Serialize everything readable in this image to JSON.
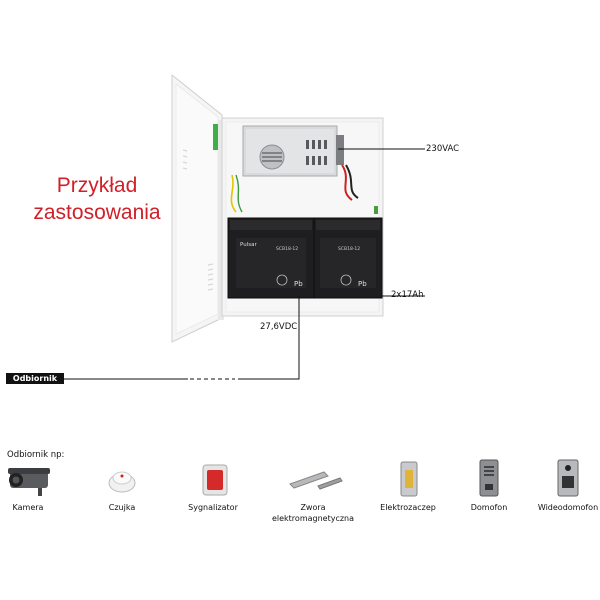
{
  "title_line1": "Przykład",
  "title_line2": "zastosowania",
  "labels": {
    "ac_input": "230VAC",
    "battery": "2x17Ah",
    "dc_output": "27,6VDC",
    "receiver_tag": "Odbiornik",
    "receiver_examples": "Odbiornik np:"
  },
  "battery_marks": {
    "brand": "Pulsar",
    "model": "SCB18-12",
    "pb": "Pb"
  },
  "devices": [
    {
      "label_line1": "Kamera",
      "label_line2": "",
      "icon": "camera-icon"
    },
    {
      "label_line1": "Czujka",
      "label_line2": "",
      "icon": "smoke-detector-icon"
    },
    {
      "label_line1": "Sygnalizator",
      "label_line2": "",
      "icon": "siren-icon"
    },
    {
      "label_line1": "Zwora",
      "label_line2": "elektromagnetyczna",
      "icon": "electromagnet-icon"
    },
    {
      "label_line1": "Elektrozaczep",
      "label_line2": "",
      "icon": "electric-strike-icon"
    },
    {
      "label_line1": "Domofon",
      "label_line2": "",
      "icon": "intercom-icon"
    },
    {
      "label_line1": "Wideodomofon",
      "label_line2": "",
      "icon": "video-intercom-icon"
    }
  ],
  "colors": {
    "title": "#d0202a",
    "line": "#111111",
    "cabinet": "#f2f2f2"
  }
}
